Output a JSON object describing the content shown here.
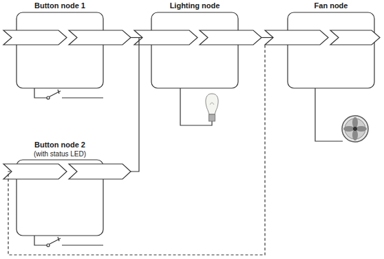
{
  "diagram": {
    "nodes": [
      {
        "text": [
          "Button node 1"
        ]
      },
      {
        "text": [
          "Lighting node"
        ]
      },
      {
        "text": [
          "Fan node"
        ]
      },
      {
        "text": [
          "Button node 2",
          "(with status LED)"
        ]
      }
    ],
    "edges": [
      {
        "from": 0,
        "to": 1,
        "arrow": "none"
      },
      {
        "from": 3,
        "to": 1,
        "arrow": "none"
      },
      {
        "from": 1,
        "to": 2,
        "arrow": "none"
      },
      {
        "from": 1,
        "to": 3,
        "arrow": "none"
      }
    ]
  }
}
